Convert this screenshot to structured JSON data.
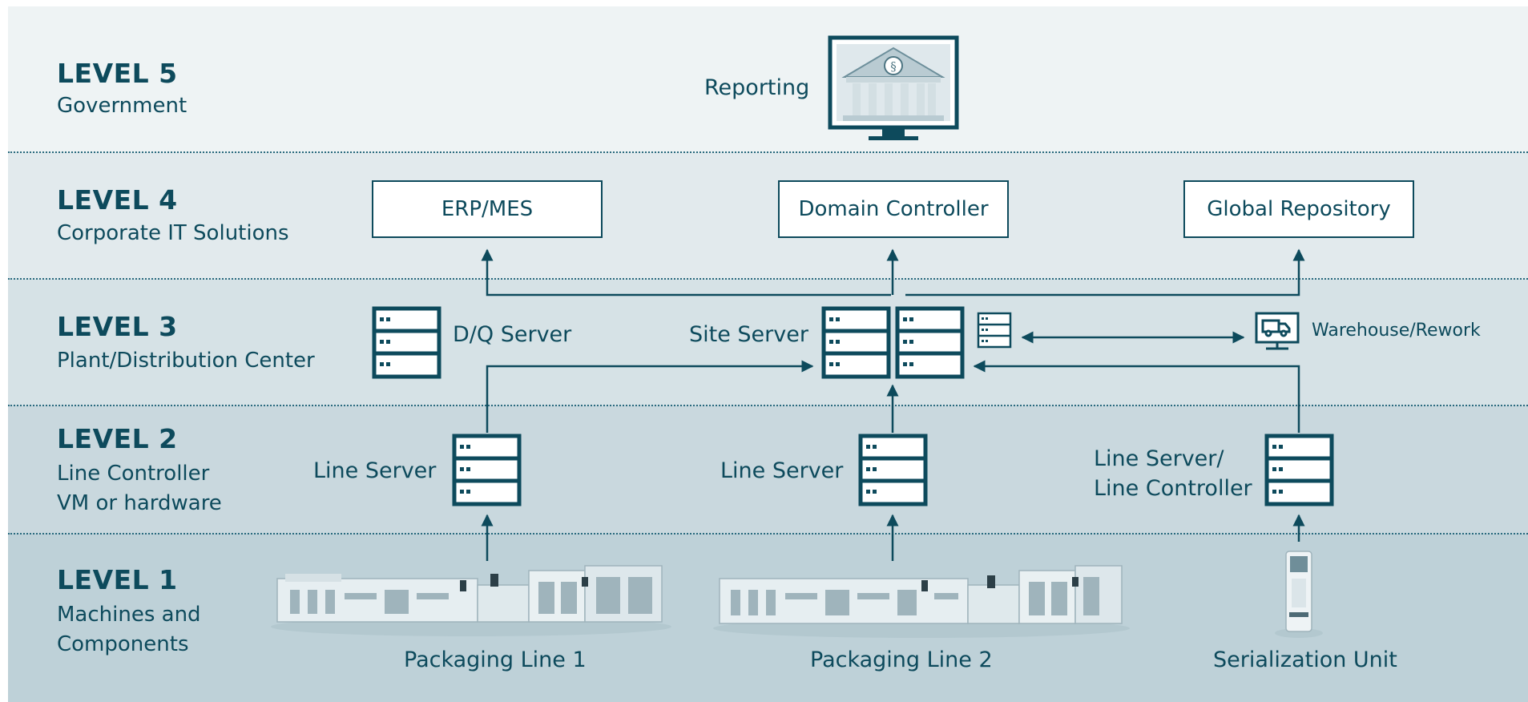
{
  "levels": [
    {
      "title": "LEVEL 5",
      "subtitle": [
        "Government"
      ]
    },
    {
      "title": "LEVEL 4",
      "subtitle": [
        "Corporate IT Solutions"
      ]
    },
    {
      "title": "LEVEL 3",
      "subtitle": [
        "Plant/Distribution Center"
      ]
    },
    {
      "title": "LEVEL 2",
      "subtitle": [
        "Line Controller",
        "VM or hardware"
      ]
    },
    {
      "title": "LEVEL 1",
      "subtitle": [
        "Machines and",
        "Components"
      ]
    }
  ],
  "level5": {
    "reporting_label": "Reporting"
  },
  "level4": {
    "boxes": [
      "ERP/MES",
      "Domain Controller",
      "Global Repository"
    ]
  },
  "level3": {
    "dq_server": "D/Q Server",
    "site_server": "Site Server",
    "warehouse": "Warehouse/Rework"
  },
  "level2": {
    "line_server_1": "Line Server",
    "line_server_2": "Line Server",
    "line_server_3": [
      "Line Server/",
      "Line Controller"
    ]
  },
  "level1": {
    "line_1": "Packaging Line 1",
    "line_2": "Packaging Line 2",
    "serialization": "Serialization Unit"
  },
  "colors": {
    "primary": "#0d4a5c",
    "machine": "#9fb4bc"
  }
}
